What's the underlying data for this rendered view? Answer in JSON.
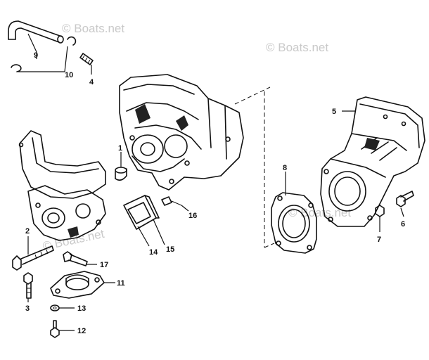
{
  "watermark": {
    "text": "© Boats.net"
  },
  "callouts": {
    "c1": "1",
    "c2": "2",
    "c3": "3",
    "c4": "4",
    "c5": "5",
    "c6": "6",
    "c7": "7",
    "c8": "8",
    "c9": "9",
    "c10": "10",
    "c11": "11",
    "c12": "12",
    "c13": "13",
    "c14": "14",
    "c15": "15",
    "c16": "16",
    "c17": "17"
  }
}
